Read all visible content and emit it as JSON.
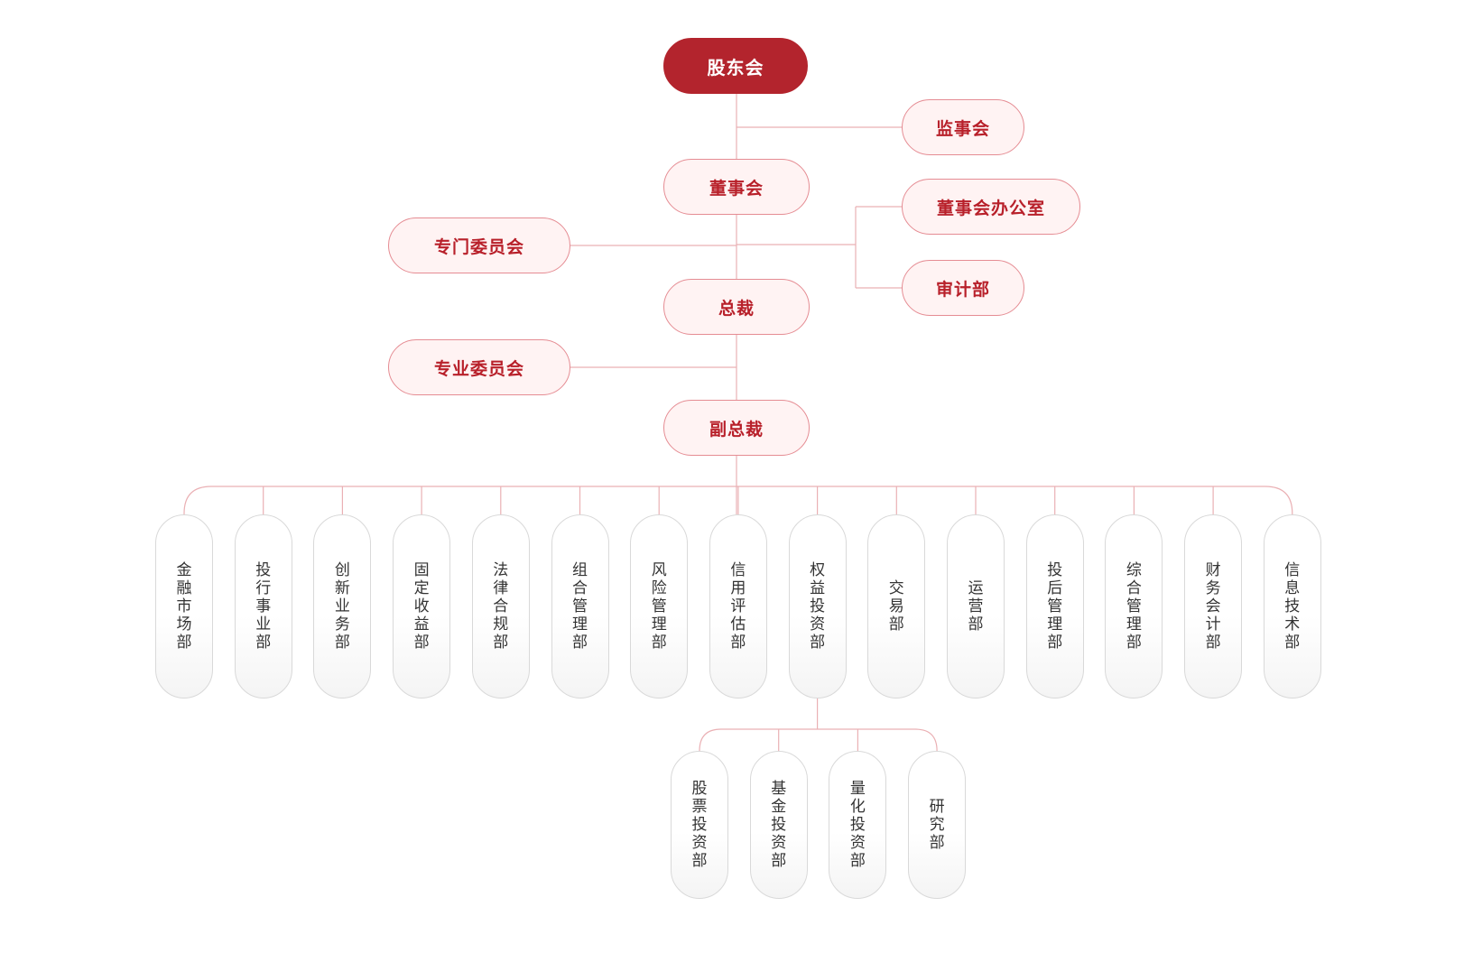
{
  "org": {
    "top": "股东会",
    "supervisory": "监事会",
    "board": "董事会",
    "board_office": "董事会办公室",
    "audit": "审计部",
    "special_committee": "专门委员会",
    "president": "总裁",
    "professional_committee": "专业委员会",
    "vice_president": "副总裁",
    "departments": [
      "金融市场部",
      "投行事业部",
      "创新业务部",
      "固定收益部",
      "法律合规部",
      "组合管理部",
      "风险管理部",
      "信用评估部",
      "权益投资部",
      "交易部",
      "运营部",
      "投后管理部",
      "综合管理部",
      "财务会计部",
      "信息技术部"
    ],
    "equity_subdepartments": [
      "股票投资部",
      "基金投资部",
      "量化投资部",
      "研究部"
    ]
  },
  "colors": {
    "primary": "#b3242d",
    "node_fill": "#fff3f3",
    "node_border": "#e58c93",
    "line": "#eab0b4",
    "dept_border": "#d9d9d9"
  }
}
